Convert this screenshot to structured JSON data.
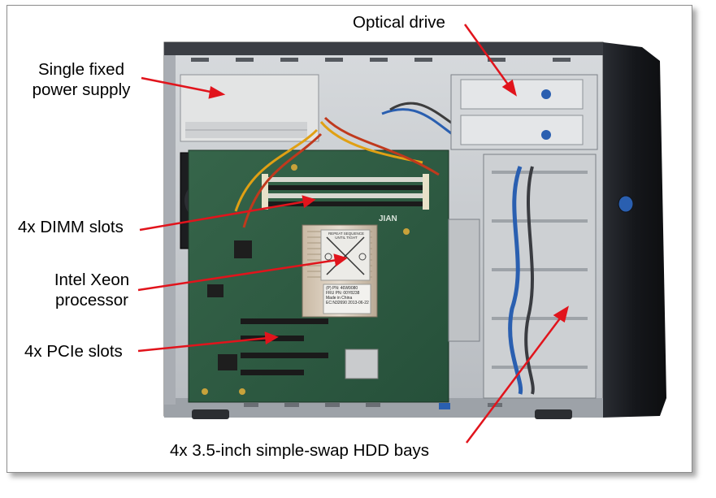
{
  "callouts": {
    "optical_drive": "Optical drive",
    "power_supply_line1": "Single fixed",
    "power_supply_line2": "power supply",
    "dimm_slots": "4x DIMM slots",
    "processor_line1": "Intel Xeon",
    "processor_line2": "processor",
    "pcie_slots": "4x PCIe slots",
    "hdd_bays": "4x 3.5-inch simple-swap HDD bays"
  },
  "heatsink_label": {
    "line1": "REPEAT SEQUENCE",
    "line2": "UNTIL TIGHT",
    "pn": "(P) PN: 46W9080",
    "fru": "FRU PN: 00Y8238",
    "made_in": "Made in China",
    "ec": "EC:N32690   2013-06-22"
  },
  "board_mark": "JIAN",
  "colors": {
    "arrow": "#e1141c",
    "chassis": "#c9ccd0",
    "board": "#2f5a3c",
    "bezel": "#1d1f24",
    "accent_blue": "#2a5fb0"
  }
}
